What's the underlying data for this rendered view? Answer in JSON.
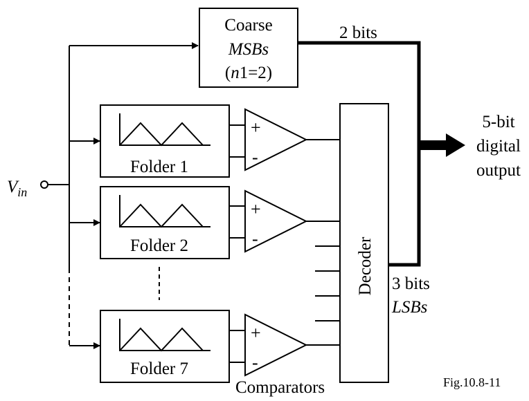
{
  "diagram": {
    "input": {
      "symbol": "V",
      "subscript": "in"
    },
    "coarse_block": {
      "line1": "Coarse",
      "line2": "MSBs",
      "line3_open": "(",
      "line3_italic": "n",
      "line3_rest": "1=2)"
    },
    "msb_bus_label": "2 bits",
    "folders": [
      {
        "label": "Folder 1"
      },
      {
        "label": "Folder 2"
      },
      {
        "label": "Folder 7"
      }
    ],
    "comparator": {
      "plus": "+",
      "minus": "-"
    },
    "comparators_label": "Comparators",
    "decoder_label": "Decoder",
    "lsb_bus": {
      "line1": "3 bits",
      "line2": "LSBs"
    },
    "output": {
      "line1": "5-bit",
      "line2": "digital",
      "line3": "output"
    },
    "figure_caption": "Fig.10.8-11"
  }
}
